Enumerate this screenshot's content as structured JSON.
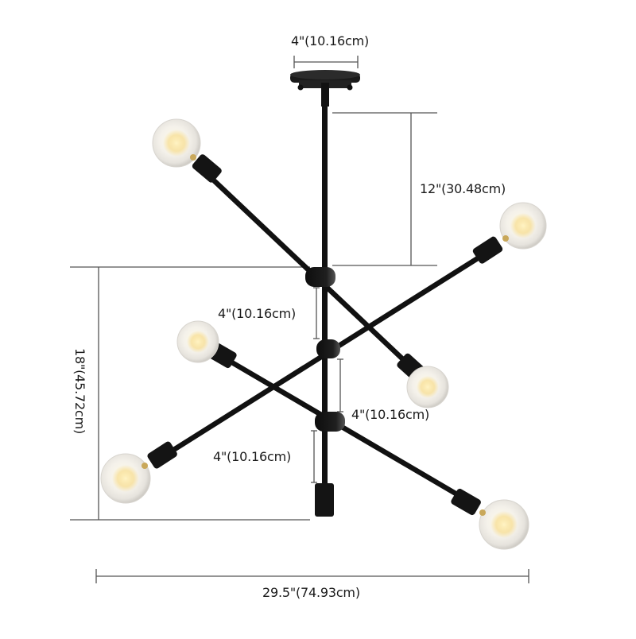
{
  "product": {
    "type": "6-light sputnik chandelier",
    "finish_color": "#111111",
    "bulb_count": 6
  },
  "dimensions": {
    "canopy_width": "4\"(10.16cm)",
    "stem_to_first_joint": "12\"(30.48cm)",
    "joint_spacing_upper": "4\"(10.16cm)",
    "joint_spacing_middle": "4\"(10.16cm)",
    "joint_spacing_lower": "4\"(10.16cm)",
    "body_height": "18\"(45.72cm)",
    "overall_width": "29.5\"(74.93cm)"
  },
  "colors": {
    "dimension_line": "#555555",
    "metal": "#111111",
    "bulb_glass": "#f3f1ec",
    "filament": "#f6d98a",
    "brass": "#c9a85a"
  }
}
